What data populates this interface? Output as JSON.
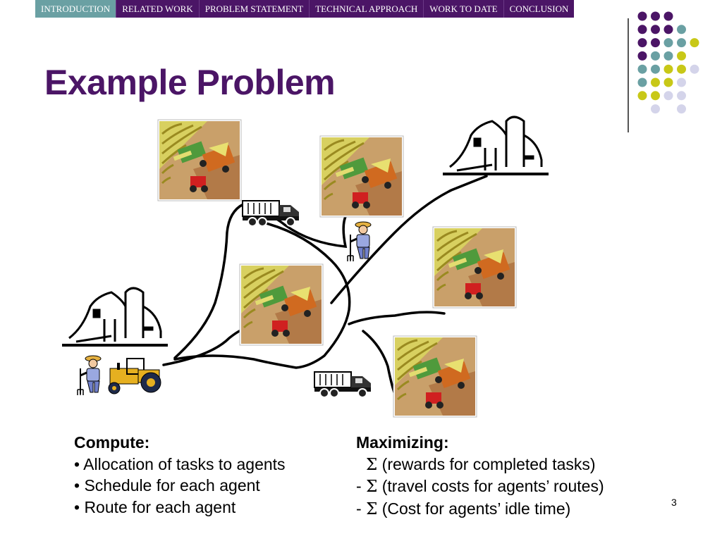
{
  "nav": {
    "tabs": [
      {
        "label": "INTRODUCTION",
        "active": true
      },
      {
        "label": "RELATED WORK",
        "active": false
      },
      {
        "label": "PROBLEM STATEMENT",
        "active": false
      },
      {
        "label": "TECHNICAL APPROACH",
        "active": false
      },
      {
        "label": "WORK TO DATE",
        "active": false
      },
      {
        "label": "CONCLUSION",
        "active": false
      }
    ]
  },
  "colors": {
    "purple": "#4b1566",
    "teal": "#6aa0a3",
    "olive": "#c8c817",
    "lavender": "#d4d4ea"
  },
  "slide": {
    "title": "Example Problem",
    "page_number": "3"
  },
  "compute": {
    "header": "Compute:",
    "items": [
      "• Allocation of tasks to agents",
      "• Schedule for each agent",
      "• Route for each agent"
    ]
  },
  "maximize": {
    "header": "Maximizing:",
    "items": [
      {
        "prefix": "",
        "symbol": "Σ",
        "text": " (rewards for completed tasks)"
      },
      {
        "prefix": "- ",
        "symbol": "Σ",
        "text": " (travel costs for agents’ routes)"
      },
      {
        "prefix": "- ",
        "symbol": "Σ",
        "text": " (Cost for agents’ idle time)"
      }
    ]
  }
}
